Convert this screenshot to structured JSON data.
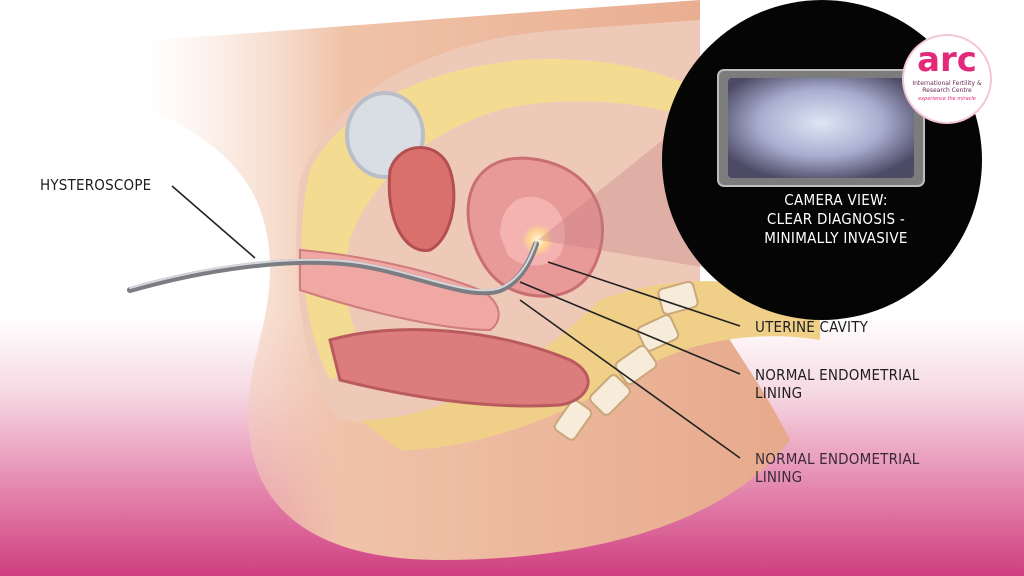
{
  "labels": {
    "hysteroscope": "HYSTEROSCOPE",
    "uterine_cavity": "UTERINE CAVITY",
    "endometrial_1": [
      "NORMAL ENDOMETRIAL",
      "LINING"
    ],
    "endometrial_2": [
      "NORMAL ENDOMETRIAL",
      "LINING"
    ]
  },
  "camera_view": {
    "caption": [
      "CAMERA VIEW:",
      "CLEAR DIAGNOSIS -",
      "MINIMALLY INVASIVE"
    ]
  },
  "logo": {
    "mark": "arc",
    "name": "International Fertility & Research Centre",
    "tagline": "experience the miracle"
  },
  "colors": {
    "brand_pink": "#e3297a",
    "skin": "#f2c7ad",
    "tissue": "#e89a98",
    "fat": "#f3dc92",
    "inset_bg": "#050505"
  }
}
